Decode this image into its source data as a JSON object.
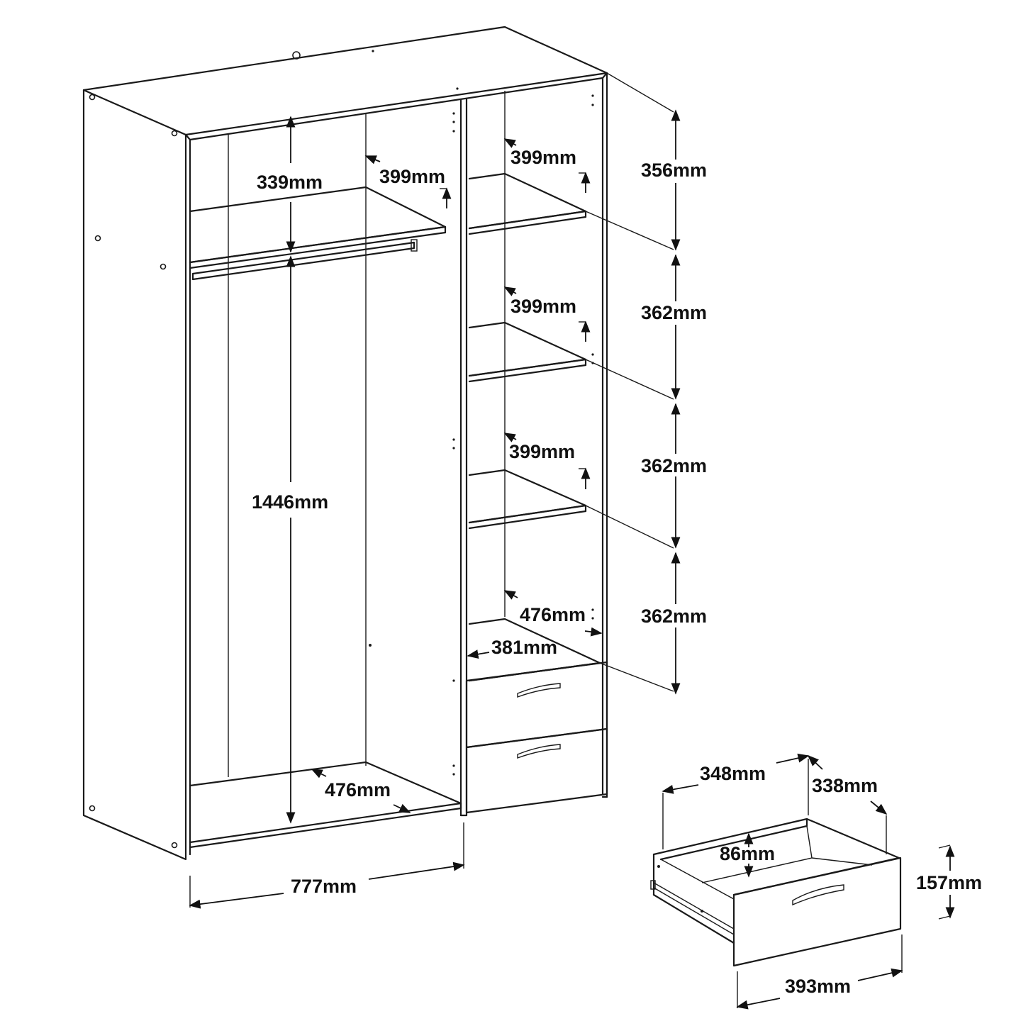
{
  "wardrobe": {
    "hanging_top_height": "339mm",
    "hanging_shelf_depth": "399mm",
    "hanging_height": "1446mm",
    "hanging_floor_depth": "476mm",
    "overall_width": "777mm",
    "shelf_depth_1": "399mm",
    "shelf_depth_2": "399mm",
    "shelf_depth_3": "399mm",
    "section_height_1": "356mm",
    "section_height_2": "362mm",
    "section_height_3": "362mm",
    "section_height_4": "362mm",
    "bottom_section_depth": "476mm",
    "bottom_section_width": "381mm"
  },
  "drawer": {
    "inner_width": "348mm",
    "inner_depth": "338mm",
    "inner_height": "86mm",
    "front_height": "157mm",
    "front_width": "393mm"
  }
}
